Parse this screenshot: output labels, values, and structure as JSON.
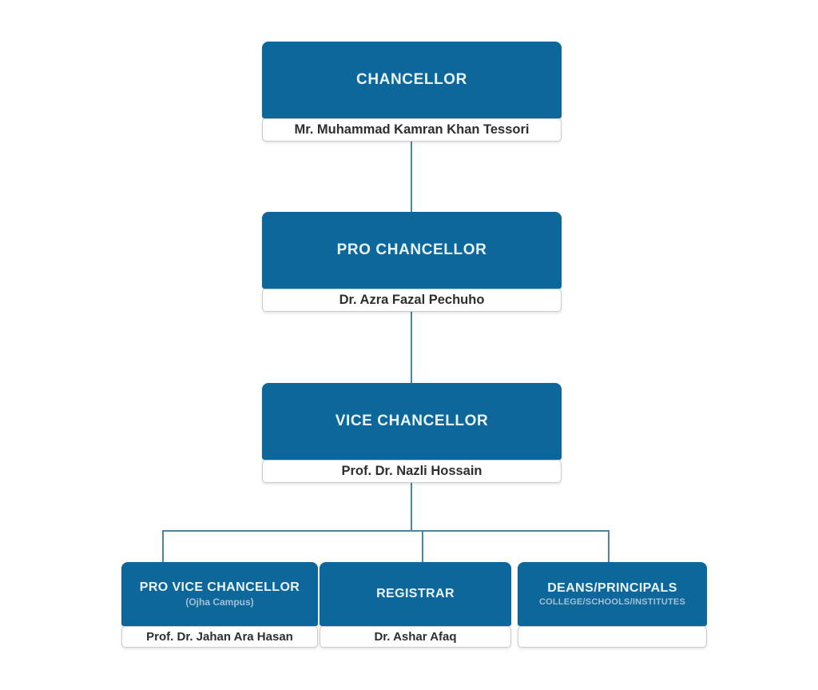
{
  "diagram": {
    "type": "org-chart",
    "nodes": [
      {
        "title": "CHANCELLOR",
        "name": "Mr. Muhammad Kamran Khan Tessori"
      },
      {
        "title": "PRO CHANCELLOR",
        "name": "Dr. Azra Fazal Pechuho"
      },
      {
        "title": "VICE CHANCELLOR",
        "name": "Prof. Dr. Nazli Hossain"
      },
      {
        "title": "PRO VICE CHANCELLOR",
        "subtitle": "(Ojha Campus)",
        "name": "Prof. Dr. Jahan Ara Hasan"
      },
      {
        "title": "REGISTRAR",
        "name": "Dr. Ashar Afaq"
      },
      {
        "title": "DEANS/PRINCIPALS",
        "subtitle": "COLLEGE/SCHOOLS/INSTITUTES",
        "name": ""
      }
    ],
    "edges": [
      [
        "CHANCELLOR",
        "PRO CHANCELLOR"
      ],
      [
        "PRO CHANCELLOR",
        "VICE CHANCELLOR"
      ],
      [
        "VICE CHANCELLOR",
        "PRO VICE CHANCELLOR"
      ],
      [
        "VICE CHANCELLOR",
        "REGISTRAR"
      ],
      [
        "VICE CHANCELLOR",
        "DEANS/PRINCIPALS"
      ]
    ],
    "colors": {
      "box_fill": "#0E679B",
      "title_text": "#E9F5FB",
      "subtitle_text": "#A3C0D6",
      "name_text": "#2E2E2E",
      "plate_border": "#C7CCD1",
      "connector": "#4A85A6",
      "background": "#FFFFFF"
    }
  }
}
